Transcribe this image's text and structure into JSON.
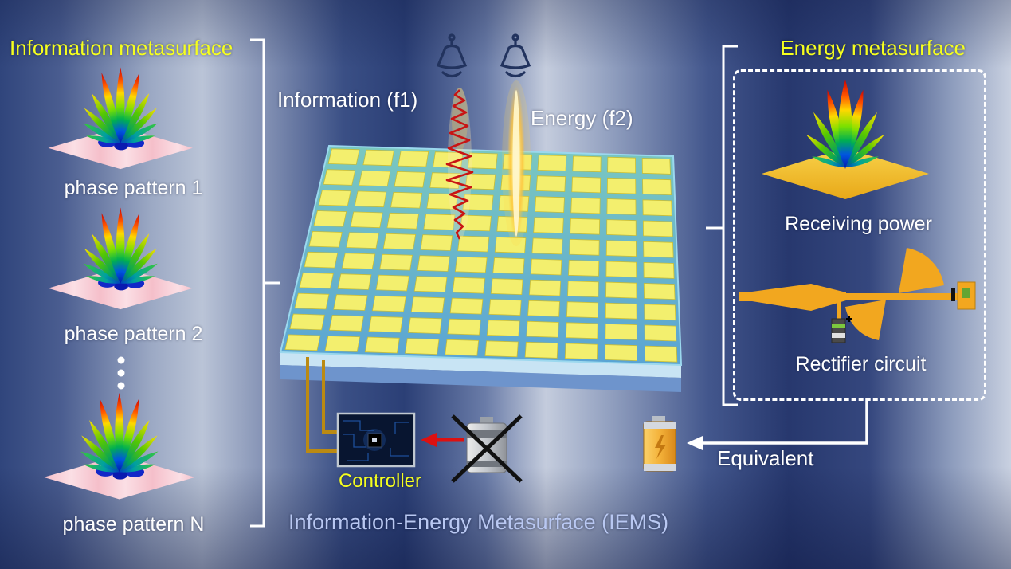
{
  "figure": {
    "left": {
      "title": "Information metasurface",
      "pattern_labels": [
        "phase pattern 1",
        "phase pattern 2",
        "phase pattern N"
      ]
    },
    "center": {
      "information_beam_label": "Information (f1)",
      "energy_beam_label": "Energy (f2)",
      "controller_label": "Controller",
      "caption": "Information-Energy Metasurface (IEMS)"
    },
    "right": {
      "title": "Energy metasurface",
      "receiving_power_label": "Receiving power",
      "rectifier_label": "Rectifier circuit",
      "equivalent_label": "Equivalent"
    },
    "colors": {
      "title_yellow": "#f6ff1e",
      "caption_blue": "#b9c8f2",
      "label_white": "#ffffff",
      "signal_red": "#c81414",
      "energy_gold": "#f2a71f"
    }
  }
}
